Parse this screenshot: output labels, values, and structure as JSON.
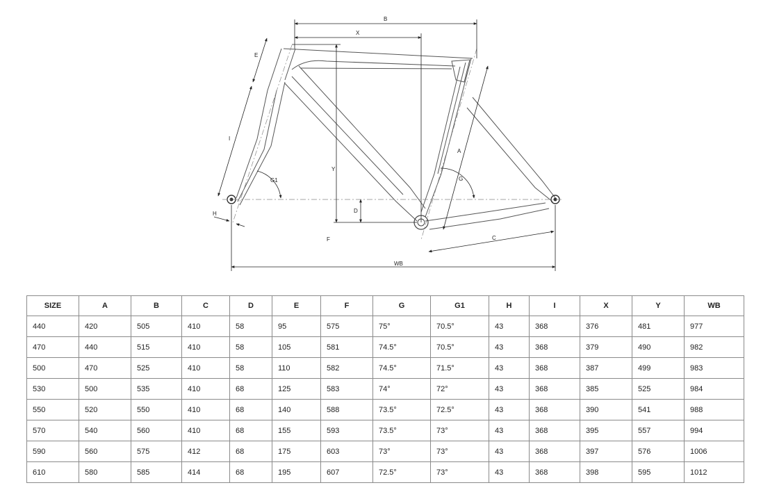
{
  "diagram": {
    "labels": {
      "A": "A",
      "B": "B",
      "C": "C",
      "D": "D",
      "E": "E",
      "F": "F",
      "G": "G",
      "G1": "G1",
      "H": "H",
      "I": "I",
      "X": "X",
      "Y": "Y",
      "WB": "WB"
    }
  },
  "table": {
    "headers": [
      "SIZE",
      "A",
      "B",
      "C",
      "D",
      "E",
      "F",
      "G",
      "G1",
      "H",
      "I",
      "X",
      "Y",
      "WB"
    ],
    "rows": [
      [
        "440",
        "420",
        "505",
        "410",
        "58",
        "95",
        "575",
        "75°",
        "70.5°",
        "43",
        "368",
        "376",
        "481",
        "977"
      ],
      [
        "470",
        "440",
        "515",
        "410",
        "58",
        "105",
        "581",
        "74.5°",
        "70.5°",
        "43",
        "368",
        "379",
        "490",
        "982"
      ],
      [
        "500",
        "470",
        "525",
        "410",
        "58",
        "110",
        "582",
        "74.5°",
        "71.5°",
        "43",
        "368",
        "387",
        "499",
        "983"
      ],
      [
        "530",
        "500",
        "535",
        "410",
        "68",
        "125",
        "583",
        "74°",
        "72°",
        "43",
        "368",
        "385",
        "525",
        "984"
      ],
      [
        "550",
        "520",
        "550",
        "410",
        "68",
        "140",
        "588",
        "73.5°",
        "72.5°",
        "43",
        "368",
        "390",
        "541",
        "988"
      ],
      [
        "570",
        "540",
        "560",
        "410",
        "68",
        "155",
        "593",
        "73.5°",
        "73°",
        "43",
        "368",
        "395",
        "557",
        "994"
      ],
      [
        "590",
        "560",
        "575",
        "412",
        "68",
        "175",
        "603",
        "73°",
        "73°",
        "43",
        "368",
        "397",
        "576",
        "1006"
      ],
      [
        "610",
        "580",
        "585",
        "414",
        "68",
        "195",
        "607",
        "72.5°",
        "73°",
        "43",
        "368",
        "398",
        "595",
        "1012"
      ]
    ]
  }
}
